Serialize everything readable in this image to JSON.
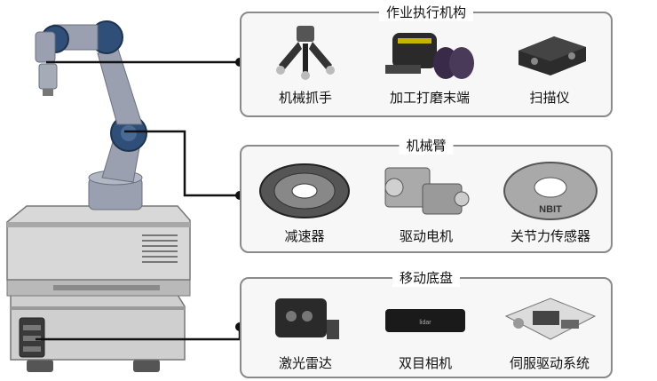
{
  "groups": [
    {
      "title": "作业执行机构",
      "items": [
        "机械抓手",
        "加工打磨末端",
        "扫描仪"
      ]
    },
    {
      "title": "机械臂",
      "items": [
        "减速器",
        "驱动电机",
        "关节力传感器"
      ]
    },
    {
      "title": "移动底盘",
      "items": [
        "激光雷达",
        "双目相机",
        "伺服驱动系统"
      ]
    }
  ],
  "logos": {
    "sensor_brand": "NBIT",
    "camera_brand": "lidar"
  },
  "colors": {
    "arm_blue": "#2f4f79",
    "arm_grey": "#9aa0b0",
    "base_grey": "#c9c9c9",
    "line": "#111111",
    "panel_border": "#8a8a8a"
  }
}
